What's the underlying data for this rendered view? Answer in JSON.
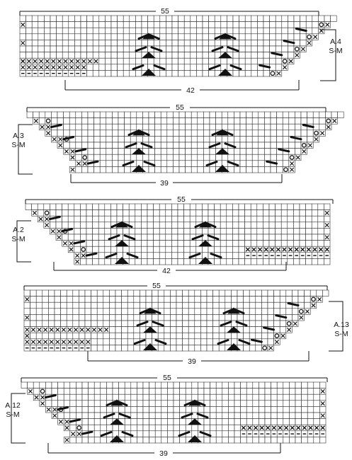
{
  "diagram": {
    "charts": [
      {
        "id": "A.4",
        "name": "A.4",
        "size": "S-M",
        "top_count": "55",
        "bottom_count": "42",
        "side": "right"
      },
      {
        "id": "A.3",
        "name": "A.3",
        "size": "S-M",
        "top_count": "55",
        "bottom_count": "39",
        "side": "left"
      },
      {
        "id": "A.2",
        "name": "A.2",
        "size": "S-M",
        "top_count": "55",
        "bottom_count": "42",
        "side": "left"
      },
      {
        "id": "A.13",
        "name": "A.13",
        "size": "S-M",
        "top_count": "55",
        "bottom_count": "39",
        "side": "right"
      },
      {
        "id": "A.12",
        "name": "A.12",
        "size": "S-M",
        "top_count": "55",
        "bottom_count": "39",
        "side": "left"
      }
    ],
    "symbols": [
      "x-stitch",
      "purl-dash",
      "yarn-over",
      "cable-cross",
      "triangle"
    ],
    "colors": {
      "ink": "#111111",
      "grid": "#222222",
      "paper": "#ffffff"
    }
  }
}
